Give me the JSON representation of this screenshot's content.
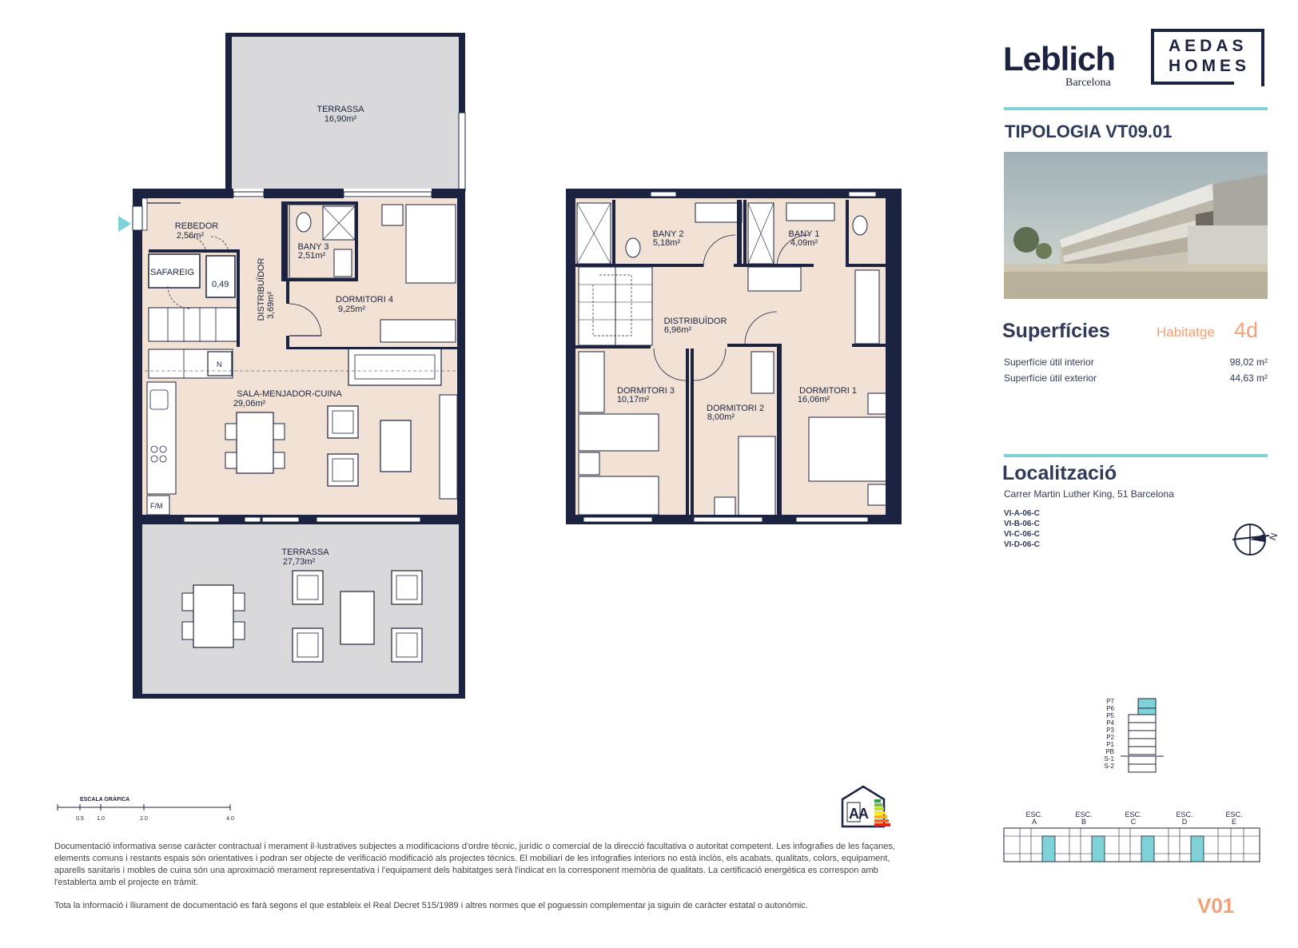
{
  "brand": {
    "name": "Leblich",
    "city": "Barcelona",
    "developer_line1": "AEDAS",
    "developer_line2": "HOMES"
  },
  "tipologia": "TIPOLOGIA VT09.01",
  "superficies": {
    "title": "Superfícies",
    "habitatge_label": "Habitatge",
    "habitatge_value": "4d",
    "rows": [
      {
        "label": "Superfície útil interior",
        "value": "98,02 m²"
      },
      {
        "label": "Superfície útil exterior",
        "value": "44,63 m²"
      }
    ]
  },
  "localitzacio": {
    "title": "Localització",
    "address": "Carrer Martin Luther King, 51 Barcelona",
    "codes": [
      "VI-A-06-C",
      "VI-B-06-C",
      "VI-C-06-C",
      "VI-D-06-C"
    ]
  },
  "compass": {
    "north": "N"
  },
  "floors": [
    "P7",
    "P6",
    "P5",
    "P4",
    "P3",
    "P2",
    "P1",
    "PB",
    "S-1",
    "S-2"
  ],
  "escales": [
    {
      "name": "ESC.",
      "letter": "A"
    },
    {
      "name": "ESC.",
      "letter": "B"
    },
    {
      "name": "ESC.",
      "letter": "C"
    },
    {
      "name": "ESC.",
      "letter": "D"
    },
    {
      "name": "ESC.",
      "letter": "E"
    }
  ],
  "scale": {
    "title": "ESCALA GRÀFICA",
    "ticks": [
      "0.5",
      "1.0",
      "2.0",
      "4.0"
    ]
  },
  "energy": {
    "label": "A",
    "label2": "A"
  },
  "rooms_lower": [
    {
      "name": "TERRASSA",
      "area": "16,90m²"
    },
    {
      "name": "REBEDOR",
      "area": "2,56m²"
    },
    {
      "name": "BANY 3",
      "area": "2,51m²"
    },
    {
      "name": "DORMITORI 4",
      "area": "9,25m²"
    },
    {
      "name": "DISTRIBUÏDOR",
      "area": "3,69m²"
    },
    {
      "name": "SALA-MENJADOR-CUINA",
      "area": "29,06m²"
    },
    {
      "name": "TERRASSA",
      "area": "27,73m²"
    }
  ],
  "rooms_upper": [
    {
      "name": "BANY 2",
      "area": "5,18m²"
    },
    {
      "name": "BANY 1",
      "area": "4,09m²"
    },
    {
      "name": "DISTRIBUÏDOR",
      "area": "6,96m²"
    },
    {
      "name": "DORMITORI 3",
      "area": "10,17m²"
    },
    {
      "name": "DORMITORI 2",
      "area": "8,00m²"
    },
    {
      "name": "DORMITORI 1",
      "area": "16,06m²"
    }
  ],
  "small_labels": {
    "safareig": "SAFAREIG",
    "area049": "0,49",
    "n": "N",
    "fm": "F/M"
  },
  "disclaimer": "Documentació informativa sense caràcter contractual i merament il·lustratives subjectes a modificacions d'ordre tècnic, jurídic o comercial de la direcció facultativa o autoritat competent. Les infografies de les façanes, elements comuns i restants espais són orientatives i podran ser objecte de verificació modificació als projectes tècnics. El mobiliari de les infografies interiors no està inclòs, els acabats, qualitats, colors, equipament, aparells sanitaris i mobles de cuina són una aproximació merament representativa i l'equipament dels habitatges serà l'indicat en la corresponent memòria de qualitats. La certificació energètica es correspon amb l'establerta amb el projecte en tràmit.",
  "disclaimer2": "Tota la informació i lliurament de documentació es farà segons el que estableix el Real Decret 515/1989 i altres normes que el poguessin complementar ja siguin de caràcter estatal o autonòmic.",
  "version": "V01",
  "colors": {
    "navy": "#1c2340",
    "teal": "#7fd3d6",
    "orange": "#f2a178",
    "room": "#f1e2d5",
    "terrace": "#d9d9dc"
  }
}
